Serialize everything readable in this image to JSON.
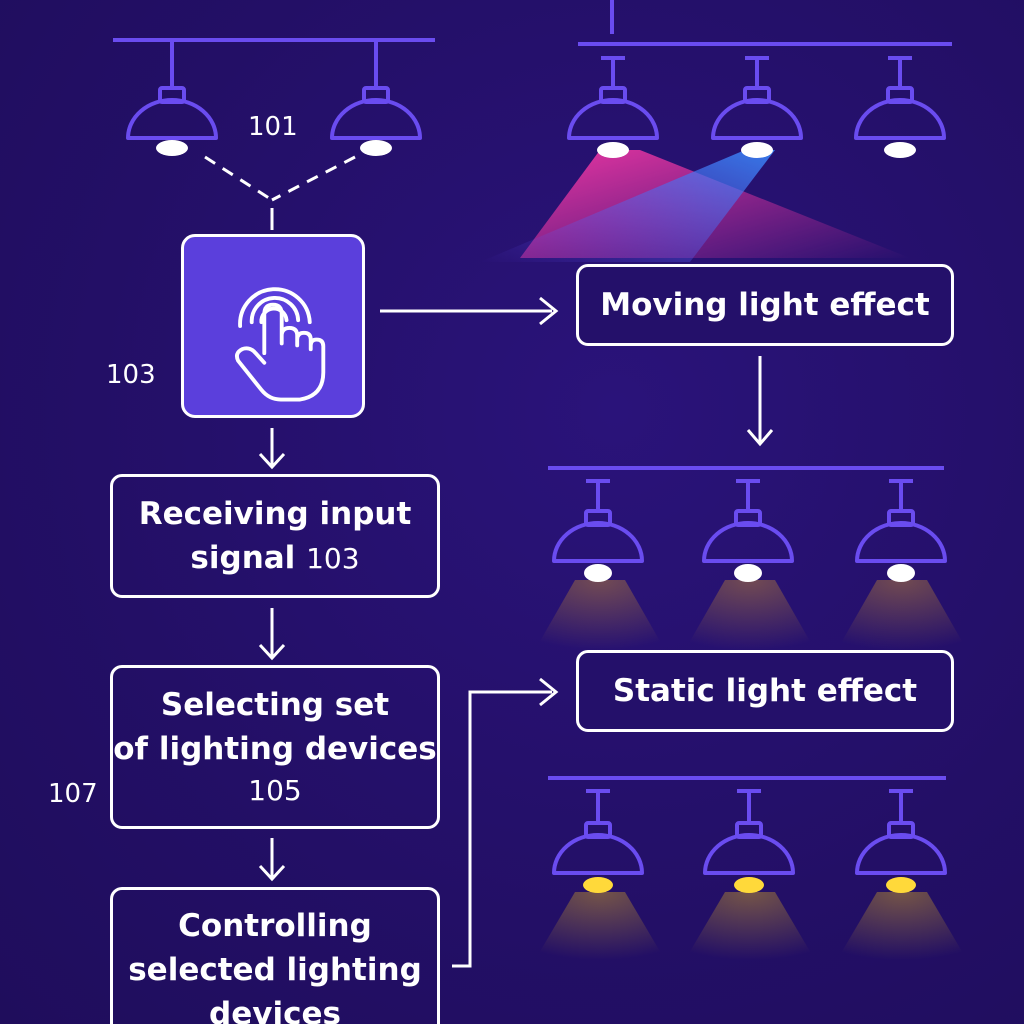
{
  "reference_labels": {
    "label_101": "101",
    "label_103": "103",
    "label_107": "107"
  },
  "boxes": {
    "receiving": {
      "line1": "Receiving input",
      "line2": "signal",
      "ref": "103"
    },
    "selecting": {
      "line1": "Selecting set",
      "line2": "of lighting devices",
      "ref": "105"
    },
    "controlling": {
      "line1": "Controlling",
      "line2": "selected lighting",
      "line3": "devices"
    },
    "moving": {
      "label": "Moving light effect"
    },
    "static": {
      "label": "Static light effect"
    }
  },
  "icons": {
    "touch": "hand-tap-icon",
    "lamp": "pendant-lamp-icon"
  },
  "colors": {
    "background": "#24106a",
    "lamp_stroke": "#6a4cf0",
    "touch_box_fill": "#5b3fdc",
    "beam_pink": "#ff3aa8",
    "beam_blue": "#3a8cff",
    "bulb_white": "#ffffff",
    "bulb_yellow": "#ffd93a",
    "line_white": "#ffffff"
  }
}
